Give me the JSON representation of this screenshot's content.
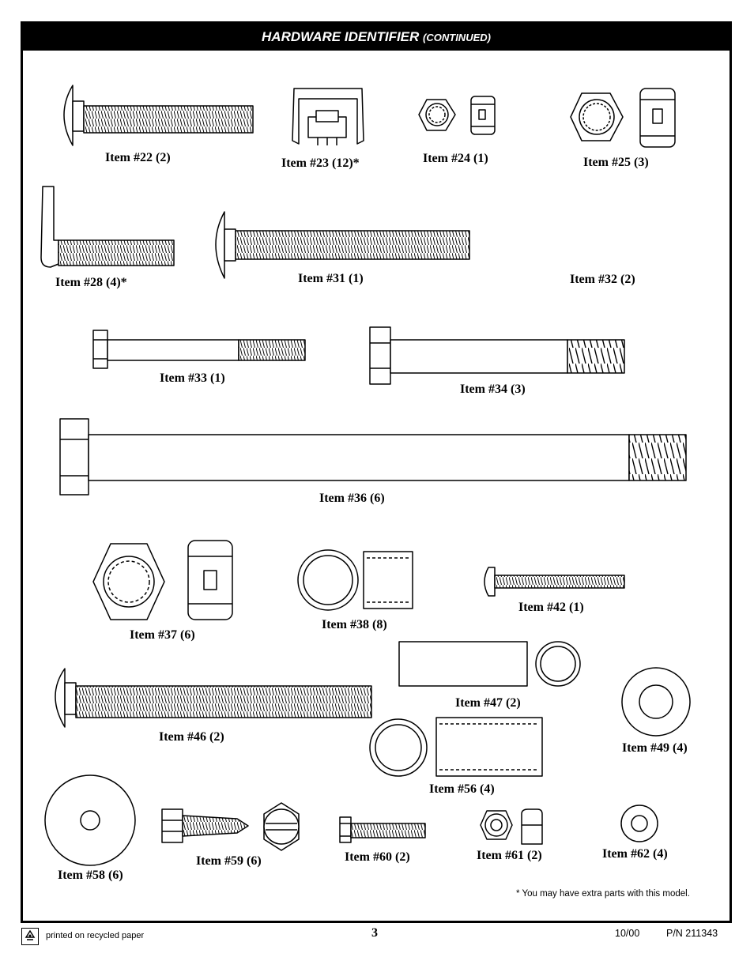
{
  "header": {
    "title": "HARDWARE IDENTIFIER",
    "subtitle": "(CONTINUED)"
  },
  "items": {
    "i22": "Item #22 (2)",
    "i23": "Item #23 (12)*",
    "i24": "Item #24 (1)",
    "i25": "Item #25 (3)",
    "i28": "Item #28 (4)*",
    "i31": "Item #31 (1)",
    "i32": "Item #32 (2)",
    "i33": "Item #33 (1)",
    "i34": "Item #34 (3)",
    "i36": "Item #36 (6)",
    "i37": "Item #37 (6)",
    "i38": "Item #38 (8)",
    "i42": "Item #42 (1)",
    "i46": "Item #46 (2)",
    "i47": "Item #47 (2)",
    "i49": "Item #49 (4)",
    "i56": "Item #56 (4)",
    "i58": "Item #58 (6)",
    "i59": "Item #59 (6)",
    "i60": "Item #60 (2)",
    "i61": "Item #61 (2)",
    "i62": "Item #62 (4)"
  },
  "footnote": "* You may have extra parts with this model.",
  "footer": {
    "recycled": "printed on recycled paper",
    "page_number": "3",
    "date": "10/00",
    "part_number": "P/N 211343"
  },
  "icons": {
    "recycle": "recycle-icon"
  }
}
